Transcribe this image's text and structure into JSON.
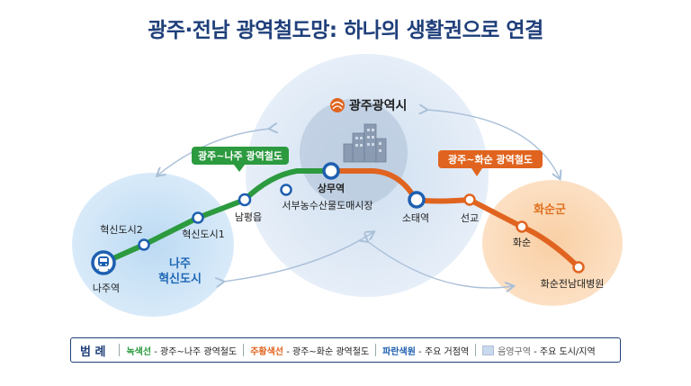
{
  "title": "광주·전남 광역철도망: 하나의 생활권으로 연결",
  "regions": {
    "gwangju": "광주광역시",
    "naju": [
      "나주",
      "혁신도시"
    ],
    "hwasun": "화순군"
  },
  "badges": {
    "naju_line": "광주~나주 광역철도",
    "hwasun_line": "광주~화순 광역철도"
  },
  "stations": {
    "naju": "나주역",
    "hyeoksin2": "혁신도시2",
    "hyeoksin1": "혁신도시1",
    "nampyeong": "남평읍",
    "market": "서부농수산물도매시장",
    "sangmu": "상무역",
    "sotae": "소태역",
    "seongyo": "선교",
    "hwasun": "화순",
    "hospital": "화순전남대병원"
  },
  "legend": {
    "title": "범 례",
    "green_name": "녹색선",
    "green_desc": "- 광주~나주 광역철도",
    "orange_name": "주황색선",
    "orange_desc": "- 광주~화순 광역철도",
    "blue_name": "파란색원",
    "blue_desc": "- 주요 거점역",
    "shade_name": "음영구역",
    "shade_desc": "- 주요 도시/지역"
  },
  "colors": {
    "green_line": "#2c9a3f",
    "orange_line": "#e0641f",
    "hub_blue": "#1e5fb0",
    "title_navy": "#1f3f7a"
  },
  "icons": [
    "train-icon",
    "city-buildings-icon",
    "gwangju-emblem-icon"
  ]
}
